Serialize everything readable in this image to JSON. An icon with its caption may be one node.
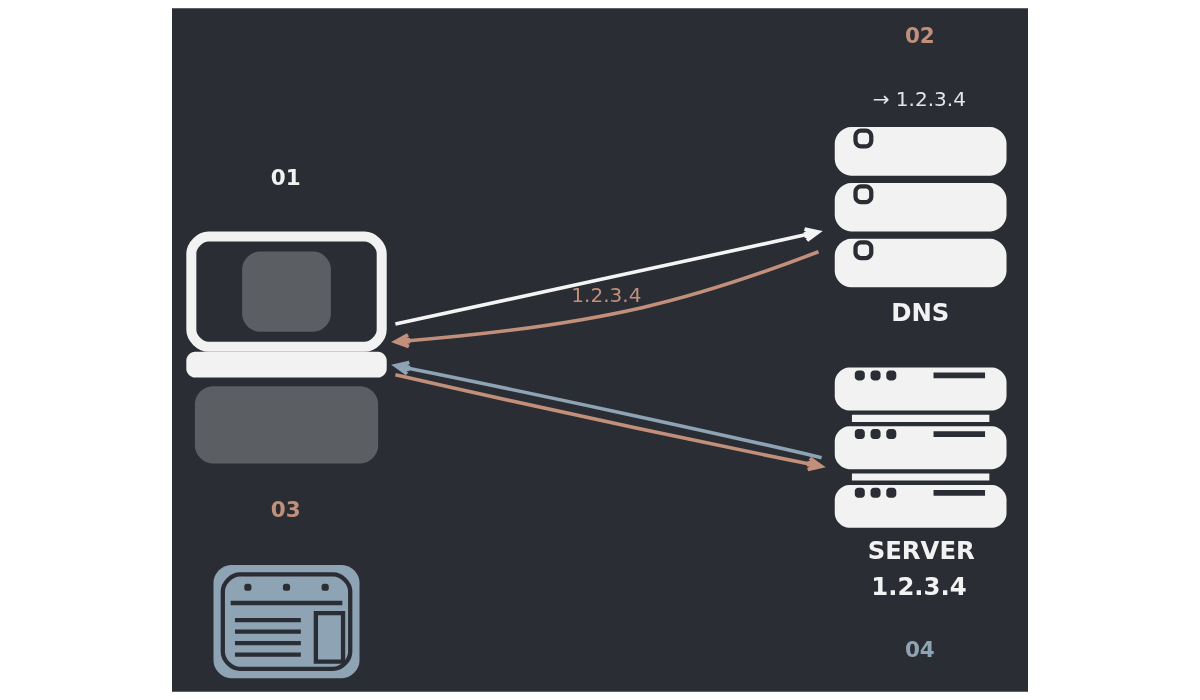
{
  "diagram": {
    "nodes": [
      {
        "text": [],
        "shape": "person"
      },
      {
        "text": [
          "DNS"
        ],
        "beside": [
          "→ 1.2.3.4"
        ]
      },
      {
        "text": [
          "SERVER",
          "1.2.3.4"
        ]
      },
      {
        "text": [],
        "shape": "picture"
      }
    ],
    "edges": [
      {
        "from": 0,
        "to": 1,
        "arrow": "to",
        "color": "#f4f4f4"
      },
      {
        "from": 1,
        "to": 0,
        "arrow": "to",
        "label": "1.2.3.4"
      },
      {
        "from": 0,
        "to": 2,
        "arrow": "to"
      },
      {
        "from": 2,
        "to": 0,
        "arrow": "to",
        "color": "#8ea3b4"
      }
    ],
    "labels": [
      "01",
      "02",
      "03",
      "04"
    ]
  }
}
